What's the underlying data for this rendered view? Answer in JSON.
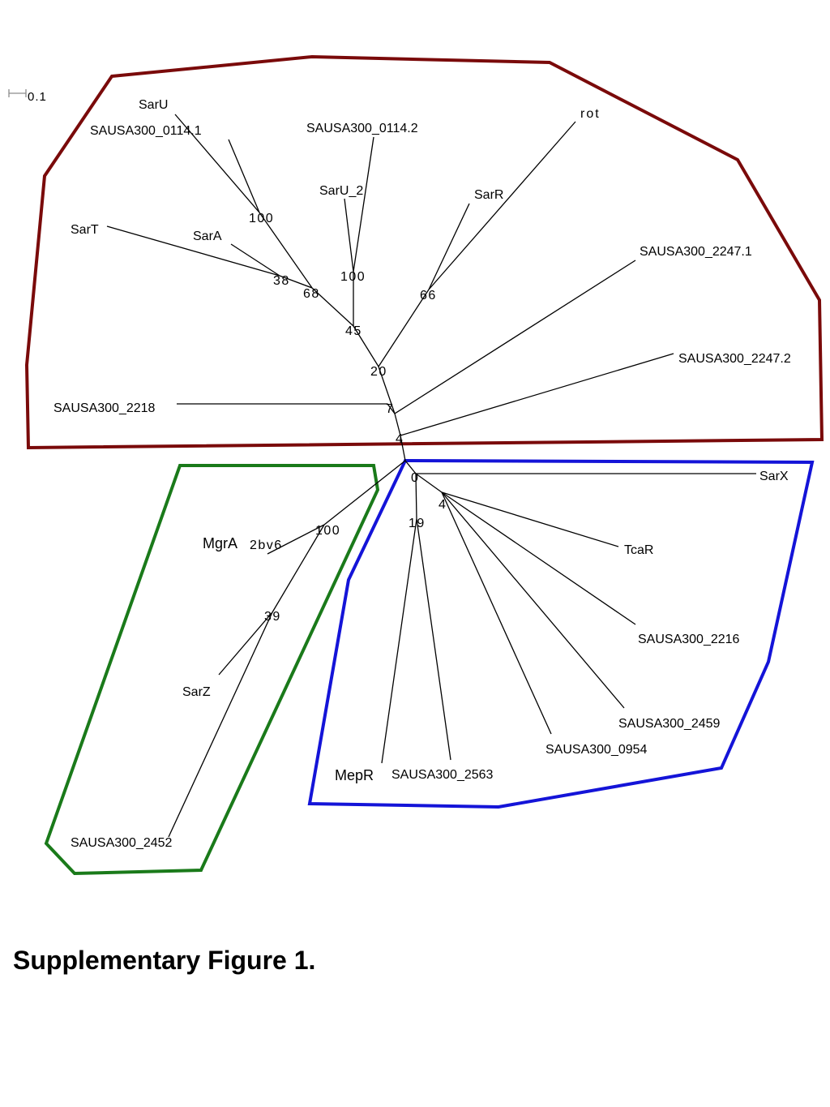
{
  "scale_bar": {
    "label": "0.1"
  },
  "caption": "Supplementary Figure 1.",
  "colors": {
    "group_red": "#7a0a0a",
    "group_green": "#1a7a1a",
    "group_blue": "#1414d8"
  },
  "leaves": {
    "saru": "SarU",
    "sausa300_0114_1": "SAUSA300_0114.1",
    "sausa300_0114_2": "SAUSA300_0114.2",
    "rot": "rot",
    "saru_2": "SarU_2",
    "sarr": "SarR",
    "sart": "SarT",
    "sara": "SarA",
    "sausa300_2247_1": "SAUSA300_2247.1",
    "sausa300_2247_2": "SAUSA300_2247.2",
    "sausa300_2218": "SAUSA300_2218",
    "mgra": "MgrA",
    "mgra_2bv6": "2bv6",
    "sarz": "SarZ",
    "sausa300_2452": "SAUSA300_2452",
    "sarx": "SarX",
    "tcar": "TcaR",
    "sausa300_2216": "SAUSA300_2216",
    "sausa300_2459": "SAUSA300_2459",
    "sausa300_0954": "SAUSA300_0954",
    "mepr": "MepR",
    "sausa300_2563": "SAUSA300_2563"
  },
  "bootstrap": {
    "n100_saru": "100",
    "n100_saru2": "100",
    "n38": "38",
    "n68": "68",
    "n66": "66",
    "n45": "45",
    "n20": "20",
    "n7": "7",
    "n4_upper": "4",
    "n0": "0",
    "n4_lower": "4",
    "n19": "19",
    "n100_mgra": "100",
    "n39": "39"
  }
}
